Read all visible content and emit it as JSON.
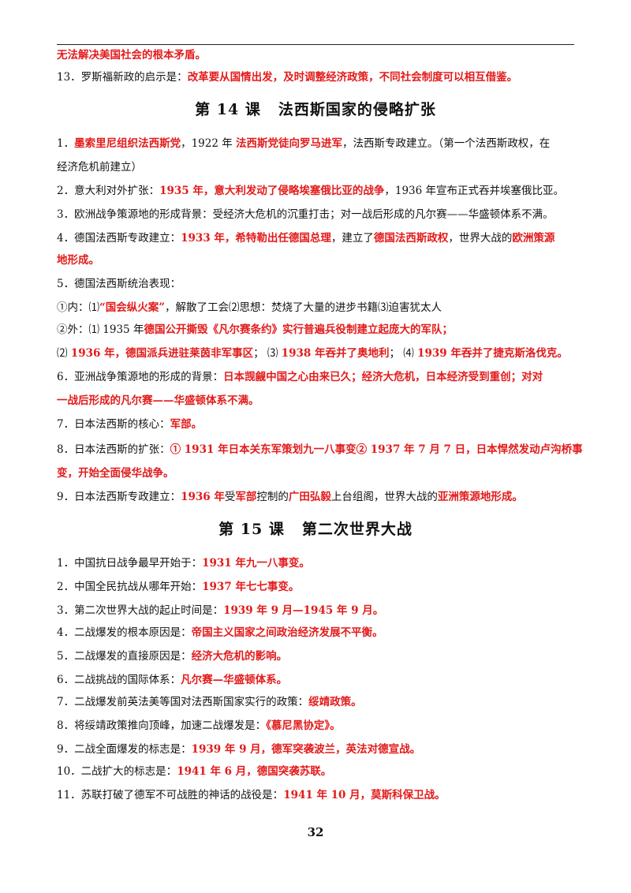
{
  "lines": [
    [
      {
        "t": "无法解决美国社会的根本矛盾。",
        "r": true
      }
    ],
    [
      {
        "t": "13．罗斯福新政的启示是："
      },
      {
        "t": "改革要从国情出发，及时调整经济政策，不同社会制度可以相互借鉴。",
        "r": true
      }
    ],
    [
      {
        "t": "1．"
      },
      {
        "t": "墨索里尼组织法西斯党",
        "r": true
      },
      {
        "t": "，1922 年 "
      },
      {
        "t": "法西斯党徒向罗马进军",
        "r": true
      },
      {
        "t": "，法西斯专政建立。（第一个法西斯政权，在"
      }
    ],
    [
      {
        "t": "经济危机前建立）"
      }
    ],
    [
      {
        "t": "2．意大利对外扩张："
      },
      {
        "t": "1935 年，意大利发动了侵略埃塞俄比亚的战争",
        "r": true
      },
      {
        "t": "，1936 年宣布正式吞并埃塞俄比亚。"
      }
    ],
    [
      {
        "t": "3．欧洲战争策源地的形成背景：受经济大危机的沉重打击；对一战后形成的凡尔赛——华盛顿体系不满。"
      }
    ],
    [
      {
        "t": "4．德国法西斯专政建立："
      },
      {
        "t": "1933 年，希特勒出任德国总理",
        "r": true
      },
      {
        "t": "，建立了"
      },
      {
        "t": "德国法西斯政权",
        "r": true
      },
      {
        "t": "，世界大战的"
      },
      {
        "t": "欧洲策源",
        "r": true
      }
    ],
    [
      {
        "t": "地形成。",
        "r": true
      }
    ],
    [
      {
        "t": "5．德国法西斯统治表现："
      }
    ],
    [
      {
        "t": "①内：⑴"
      },
      {
        "t": "“国会纵火案”",
        "r": true
      },
      {
        "t": "，解散了工会⑵思想：焚烧了大量的进步书籍⑶迫害犹太人"
      }
    ],
    [
      {
        "t": "②外：⑴ 1935 年"
      },
      {
        "t": "德国公开撕毁《凡尔赛条约》实行普遍兵役制建立起庞大的军队；",
        "r": true
      }
    ],
    [
      {
        "t": " ⑵ "
      },
      {
        "t": "1936 年，德国派兵进驻莱茵非军事区",
        "r": true
      },
      {
        "t": "；  ⑶ "
      },
      {
        "t": "1938 年吞并了奥地利",
        "r": true
      },
      {
        "t": "；  ⑷ "
      },
      {
        "t": "1939 年吞并了捷克斯洛伐克。",
        "r": true
      }
    ],
    [
      {
        "t": "6．亚洲战争策源地的形成的背景："
      },
      {
        "t": "日本觊觎中国之心由来已久；经济大危机，日本经济受到重创；对对",
        "r": true
      }
    ],
    [
      {
        "t": "一战后形成的凡尔赛——华盛顿体系不满。",
        "r": true
      }
    ],
    [
      {
        "t": "7．日本法西斯的核心："
      },
      {
        "t": "军部。",
        "r": true
      }
    ],
    [
      {
        "t": "8．日本法西斯的扩张："
      },
      {
        "t": "① 1931 年日本关东军策划九一八事变② 1937 年 7 月 7 日，日本悍然发动卢沟桥事",
        "r": true
      }
    ],
    [
      {
        "t": "变，开始全面侵华战争。",
        "r": true
      }
    ],
    [
      {
        "t": "9．日本法西斯专政建立："
      },
      {
        "t": "1936 年",
        "r": true
      },
      {
        "t": "受"
      },
      {
        "t": "军部",
        "r": true
      },
      {
        "t": "控制的"
      },
      {
        "t": "广田弘毅",
        "r": true
      },
      {
        "t": "上台组阁，世界大战的"
      },
      {
        "t": "亚洲策源地形成。",
        "r": true
      }
    ],
    [
      {
        "t": "1．中国抗日战争最早开始于："
      },
      {
        "t": "1931 年九一八事变。",
        "r": true
      }
    ],
    [
      {
        "t": "2．中国全民抗战从哪年开始："
      },
      {
        "t": "1937 年七七事变。",
        "r": true
      }
    ],
    [
      {
        "t": "3．第二次世界大战的起止时间是："
      },
      {
        "t": "1939 年 9 月—1945 年 9 月。",
        "r": true
      }
    ],
    [
      {
        "t": "4．二战爆发的根本原因是："
      },
      {
        "t": "帝国主义国家之间政治经济发展不平衡。",
        "r": true
      }
    ],
    [
      {
        "t": "5．二战爆发的直接原因是："
      },
      {
        "t": "经济大危机的影响。",
        "r": true
      }
    ],
    [
      {
        "t": "6．二战挑战的国际体系："
      },
      {
        "t": "凡尔赛—华盛顿体系。",
        "r": true
      }
    ],
    [
      {
        "t": "7．二战爆发前英法美等国对法西斯国家实行的政策："
      },
      {
        "t": "绥靖政策。",
        "r": true
      }
    ],
    [
      {
        "t": "8．将绥靖政策推向顶峰，加速二战爆发是："
      },
      {
        "t": "《慕尼黑协定》。",
        "r": true
      }
    ],
    [
      {
        "t": "9．二战全面爆发的标志是："
      },
      {
        "t": "1939 年 9 月，德军突袭波兰，英法对德宣战。",
        "r": true
      }
    ],
    [
      {
        "t": "10．二战扩大的标志是："
      },
      {
        "t": "1941 年 6 月，德国突袭苏联。",
        "r": true
      }
    ],
    [
      {
        "t": "11．苏联打破了德军不可战胜的神话的战役是："
      },
      {
        "t": "1941 年 10 月，莫斯科保卫战。",
        "r": true
      }
    ]
  ],
  "headings": [
    {
      "num": "第 14 课",
      "title": "法西斯国家的侵略扩张"
    },
    {
      "num": "第 15 课",
      "title": "第二次世界大战"
    }
  ],
  "page_number": "32"
}
